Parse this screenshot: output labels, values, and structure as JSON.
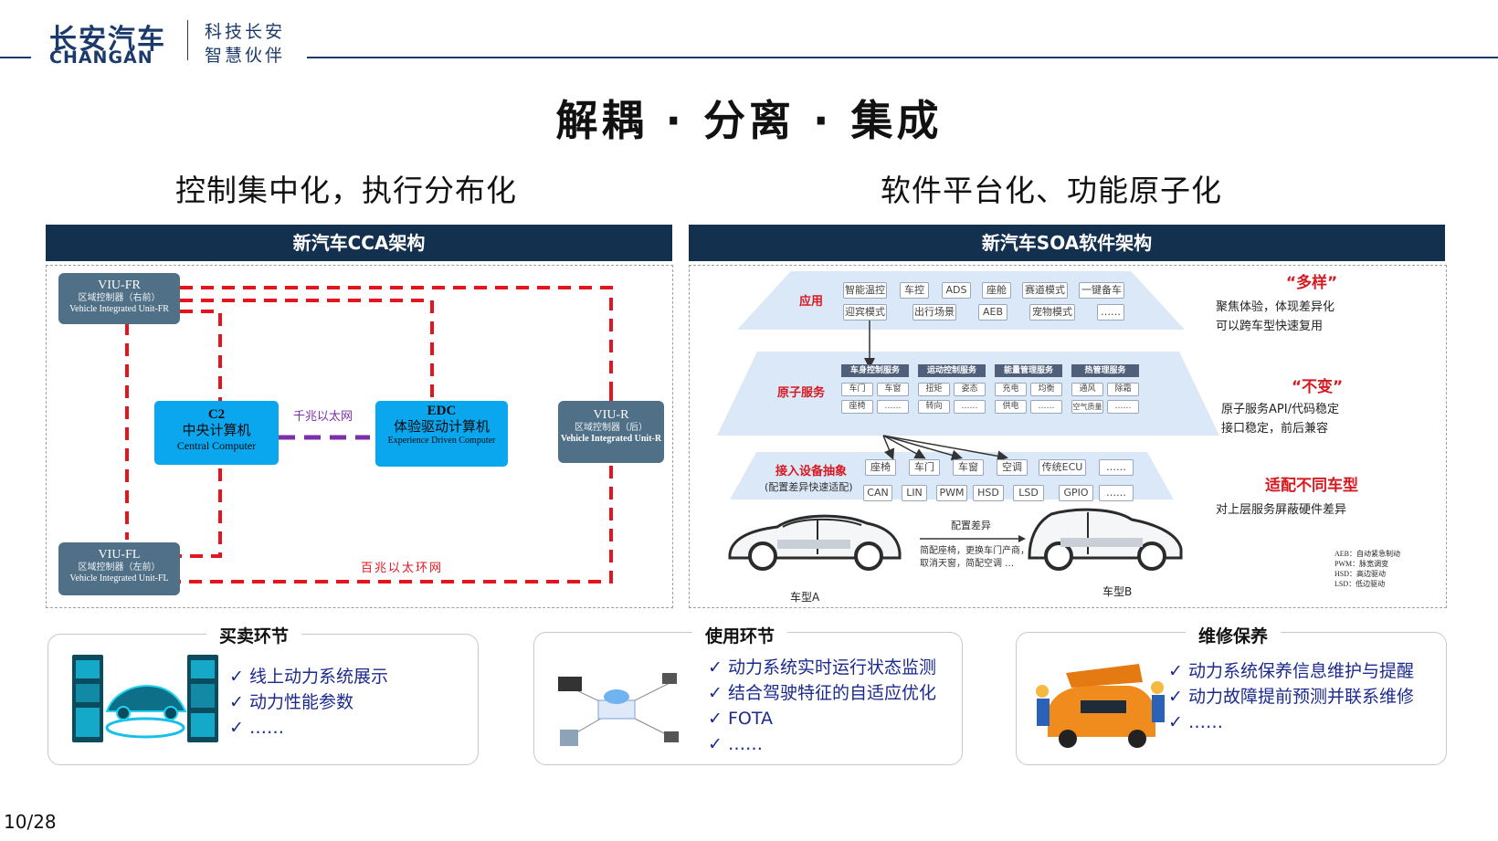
{
  "header": {
    "brand_cn": "长安汽车",
    "brand_en": "CHANGAN",
    "slogan_line1": "科技长安",
    "slogan_line2": "智慧伙伴"
  },
  "title": "解耦 · 分离 · 集成",
  "subtitles": {
    "left": "控制集中化，执行分布化",
    "right": "软件平台化、功能原子化"
  },
  "cca": {
    "header": "新汽车CCA架构",
    "viu_fr": {
      "name": "VIU-FR",
      "cn": "区域控制器（右前）",
      "en": "Vehicle Integrated Unit-FR"
    },
    "viu_fl": {
      "name": "VIU-FL",
      "cn": "区域控制器（左前）",
      "en": "Vehicle Integrated Unit-FL"
    },
    "viu_r": {
      "name": "VIU-R",
      "cn": "区域控制器（后）",
      "en": "Vehicle Integrated Unit-R"
    },
    "c2": {
      "name": "C2",
      "cn": "中央计算机",
      "en": "Central Computer"
    },
    "edc": {
      "name": "EDC",
      "cn": "体验驱动计算机",
      "en": "Experience Driven Computer"
    },
    "gigabit_label": "千兆以太网",
    "ring_label": "百兆以太环网",
    "colors": {
      "ring": "#e3161f",
      "gigabit": "#7b2fa8",
      "compute": "#0aa7ef",
      "zone": "#4f7087"
    }
  },
  "soa": {
    "header": "新汽车SOA软件架构",
    "app_label": "应用",
    "apps_row1": [
      "智能温控",
      "车控",
      "ADS",
      "座舱",
      "赛道模式",
      "一键备车"
    ],
    "apps_row2": [
      "迎宾模式",
      "出行场景",
      "AEB",
      "宠物模式",
      "……"
    ],
    "atomic_label": "原子服务",
    "services": [
      {
        "name": "车身控制服务",
        "items": [
          "车门",
          "车窗",
          "座椅",
          "……"
        ]
      },
      {
        "name": "运动控制服务",
        "items": [
          "扭矩",
          "姿态",
          "转向",
          "……"
        ]
      },
      {
        "name": "能量管理服务",
        "items": [
          "充电",
          "均衡",
          "供电",
          "……"
        ]
      },
      {
        "name": "热管理服务",
        "items": [
          "通风",
          "除霜",
          "空气质量",
          "……"
        ]
      }
    ],
    "device_label": "接入设备抽象",
    "device_sublabel": "(配置差异快速适配)",
    "devices": [
      "座椅",
      "车门",
      "车窗",
      "空调",
      "传统ECU",
      "……"
    ],
    "interfaces": [
      "CAN",
      "LIN",
      "PWM",
      "HSD",
      "LSD",
      "GPIO",
      "……"
    ],
    "config_diff_label": "配置差异",
    "config_diff_text1": "简配座椅，更换车门产商，",
    "config_diff_text2": "取消天窗，简配空调 …",
    "car_a": "车型A",
    "car_b": "车型B",
    "legend": [
      "AEB：自动紧急制动",
      "PWM：脉宽调变",
      "HSD：高边驱动",
      "LSD：低边驱动"
    ],
    "notes": [
      {
        "head": "“多样”",
        "lines": [
          "聚焦体验，体现差异化",
          "可以跨车型快速复用"
        ]
      },
      {
        "head": "“不变”",
        "lines": [
          "原子服务API/代码稳定",
          "接口稳定，前后兼容"
        ]
      },
      {
        "head": "适配不同车型",
        "lines": [
          "对上层服务屏蔽硬件差异"
        ]
      }
    ]
  },
  "cards": [
    {
      "title": "买卖环节",
      "bullets": [
        "线上动力系统展示",
        "动力性能参数",
        "……"
      ]
    },
    {
      "title": "使用环节",
      "bullets": [
        "动力系统实时运行状态监测",
        "结合驾驶特征的自适应优化",
        "FOTA",
        "……"
      ]
    },
    {
      "title": "维修保养",
      "bullets": [
        "动力系统保养信息维护与提醒",
        "动力故障提前预测并联系维修",
        "……"
      ]
    }
  ],
  "checkmark": "✓",
  "page_number": "10/28"
}
